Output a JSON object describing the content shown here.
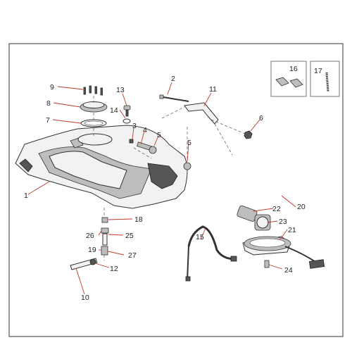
{
  "diagram": {
    "callouts": {
      "c1": "1",
      "c2": "2",
      "c3": "3",
      "c4": "4",
      "c5a": "5",
      "c5b": "5",
      "c6": "6",
      "c7": "7",
      "c8": "8",
      "c9": "9",
      "c10": "10",
      "c11": "11",
      "c12": "12",
      "c13": "13",
      "c14": "14",
      "c15": "15",
      "c16": "16",
      "c17": "17",
      "c18": "18",
      "c19": "19",
      "c20": "20",
      "c21": "21",
      "c22": "22",
      "c23": "23",
      "c24": "24",
      "c25": "25",
      "c26": "26",
      "c27": "27"
    }
  }
}
